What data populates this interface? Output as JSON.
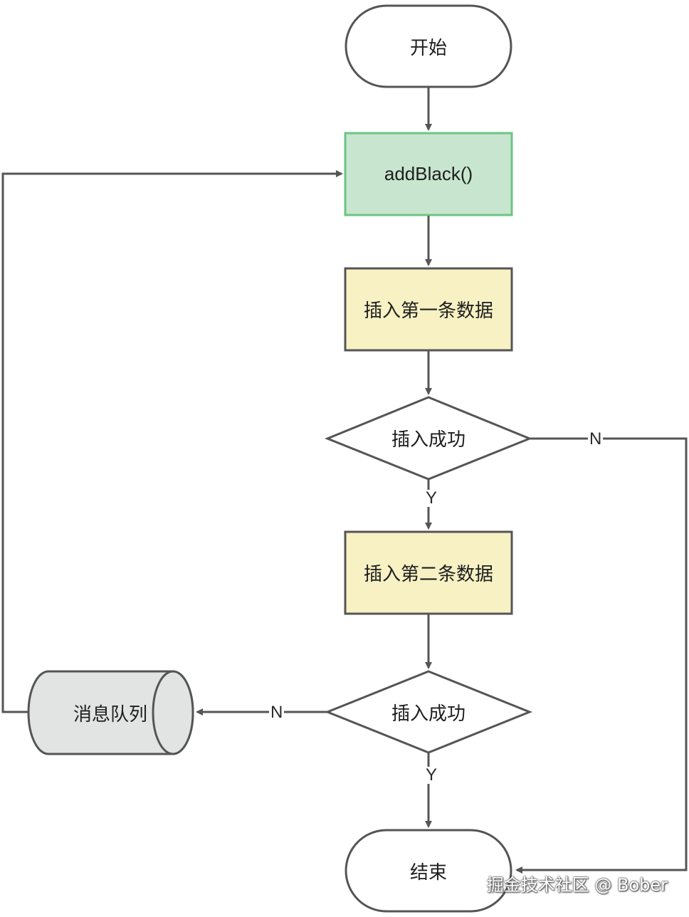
{
  "nodes": {
    "start": "开始",
    "add_black": "addBlack()",
    "insert_first": "插入第一条数据",
    "decision_1": "插入成功",
    "insert_second": "插入第二条数据",
    "decision_2": "插入成功",
    "message_queue": "消息队列",
    "end": "结束"
  },
  "edge_labels": {
    "decision_1_yes": "Y",
    "decision_1_no": "N",
    "decision_2_yes": "Y",
    "decision_2_no": "N"
  },
  "watermark": "掘金技术社区 @ Bober",
  "colors": {
    "stroke": "#555555",
    "function_fill": "#c8e6cf",
    "function_stroke": "#6cc583",
    "process_fill": "#f7f1c4",
    "queue_fill": "#e2e4e3"
  }
}
